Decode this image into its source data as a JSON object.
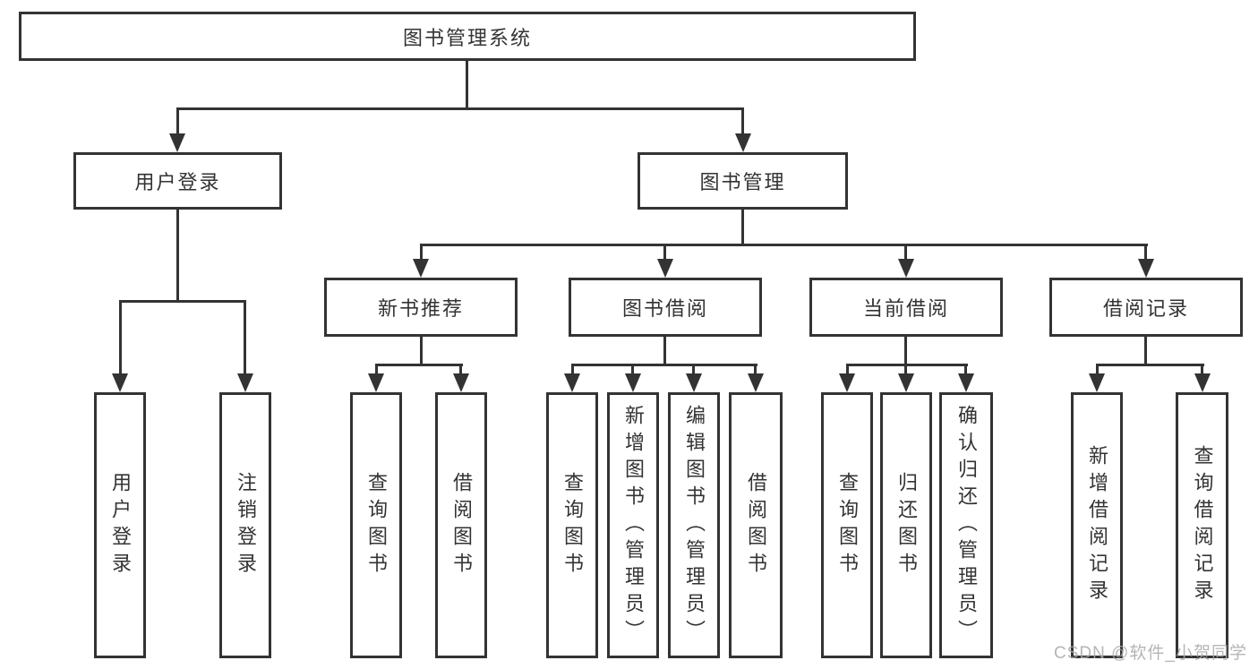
{
  "diagram": {
    "type": "hierarchy-tree",
    "tree": {
      "label": "图书管理系统",
      "children": [
        {
          "label": "用户登录",
          "children": [
            {
              "label": "用户登录"
            },
            {
              "label": "注销登录"
            }
          ]
        },
        {
          "label": "图书管理",
          "children": [
            {
              "label": "新书推荐",
              "children": [
                {
                  "label": "查询图书"
                },
                {
                  "label": "借阅图书"
                }
              ]
            },
            {
              "label": "图书借阅",
              "children": [
                {
                  "label": "查询图书"
                },
                {
                  "label": "新增图书（管理员）"
                },
                {
                  "label": "编辑图书（管理员）"
                },
                {
                  "label": "借阅图书"
                }
              ]
            },
            {
              "label": "当前借阅",
              "children": [
                {
                  "label": "查询图书"
                },
                {
                  "label": "归还图书"
                },
                {
                  "label": "确认归还（管理员）"
                }
              ]
            },
            {
              "label": "借阅记录",
              "children": [
                {
                  "label": "新增借阅记录"
                },
                {
                  "label": "查询借阅记录"
                }
              ]
            }
          ]
        }
      ]
    },
    "colors": {
      "line": "#333333",
      "text": "#333333",
      "background": "#ffffff",
      "watermark": "#a9a9a9"
    }
  },
  "watermark": {
    "text": "CSDN @软件_小贺同学"
  }
}
